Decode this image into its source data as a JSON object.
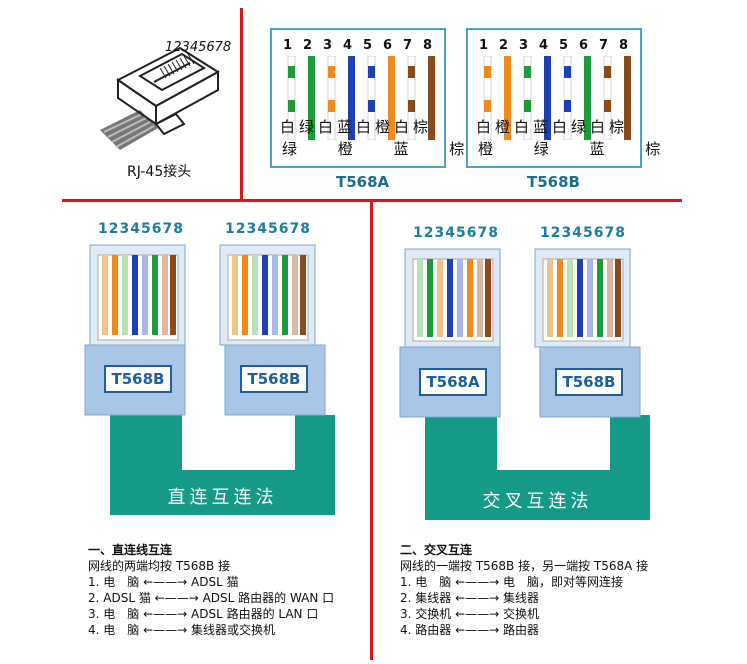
{
  "rj45": {
    "pin_digits": "12345678",
    "caption": "RJ-45接头"
  },
  "t568a": {
    "title": "T568A",
    "numbers": [
      "1",
      "2",
      "3",
      "4",
      "5",
      "6",
      "7",
      "8"
    ],
    "row1": "白绿白蓝白橙白棕",
    "row2": "绿 橙 蓝 棕"
  },
  "t568b": {
    "title": "T568B",
    "numbers": [
      "1",
      "2",
      "3",
      "4",
      "5",
      "6",
      "7",
      "8"
    ],
    "row1": "白橙白蓝白绿白棕",
    "row2": "橙 绿 蓝 棕"
  },
  "straight": {
    "pin_label": "12345678",
    "left_label": "T568B",
    "right_label": "T568B",
    "cable_label": "直连互连法"
  },
  "crossover": {
    "pin_label": "12345678",
    "left_label": "T568A",
    "right_label": "T568B",
    "cable_label": "交叉互连法"
  },
  "notes_left": {
    "title": "一、直连线互连",
    "subtitle": "网线的两端均按 T568B 接",
    "items": [
      "1. 电　脑 ←——→ ADSL 猫",
      "2. ADSL 猫 ←——→ ADSL 路由器的 WAN 口",
      "3. 电　脑 ←——→ ADSL 路由器的 LAN 口",
      "4. 电　脑 ←——→ 集线器或交换机"
    ]
  },
  "notes_right": {
    "title": "二、交叉互连",
    "subtitle": "网线的一端按 T568B 接，另一端按 T568A 接",
    "items": [
      "1. 电　脑 ←——→ 电　脑，即对等网连接",
      "2. 集线器 ←——→ 集线器",
      "3. 交换机 ←——→ 交换机",
      "4. 路由器 ←——→ 路由器"
    ]
  },
  "colors": {
    "divider": "#d01c1c",
    "cable": "#159a87",
    "plug_body": "#a9c6e6",
    "label_blue": "#1e5fa0"
  }
}
